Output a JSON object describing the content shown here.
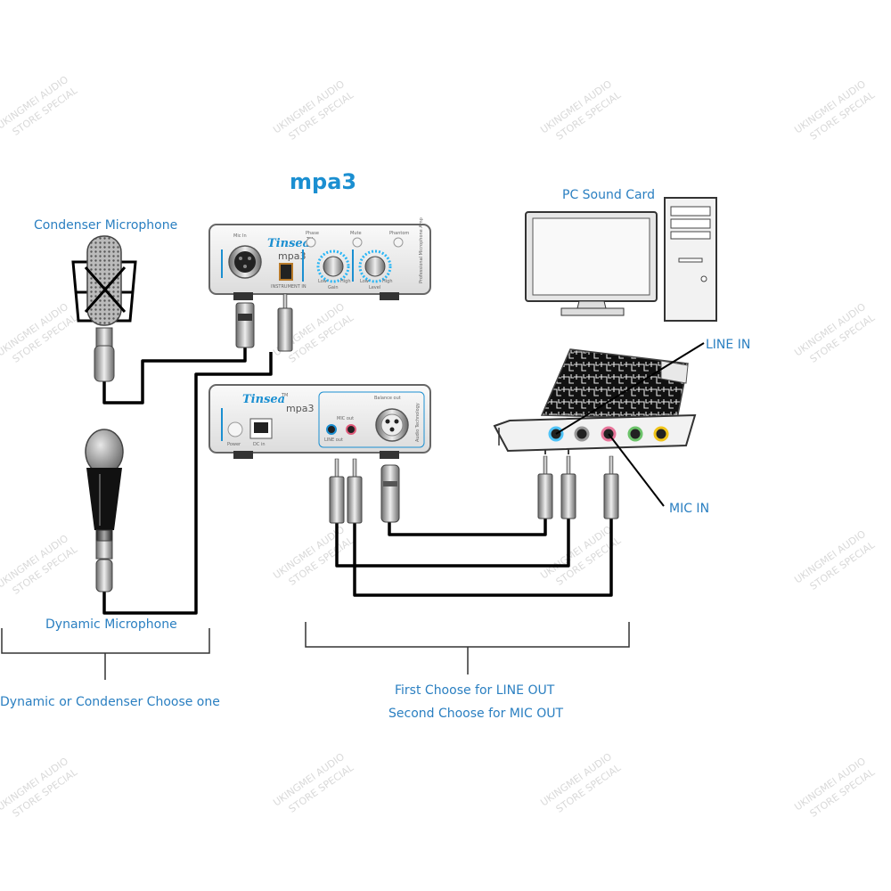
{
  "title": "mpa3",
  "labels": {
    "condenser": "Condenser Microphone",
    "dynamic": "Dynamic Microphone",
    "pc": "PC Sound Card",
    "line_in": "LINE IN",
    "mic_in": "MIC IN",
    "choose_one": "Dynamic or Condenser Choose one",
    "first": "First Choose for LINE OUT",
    "second": "Second Choose for MIC OUT"
  },
  "device_top": {
    "brand": "Tinsea",
    "tm": "TM",
    "model": "mpa3",
    "mic_in": "Mic In",
    "phase": "Phase",
    "mute": "Mute",
    "phantom": "Phantom",
    "instrument": "INSTRUMENT IN",
    "gain": "Gain",
    "level": "Level",
    "low_l": "Low",
    "high_l": "High",
    "side": "Professional Microphone Amp"
  },
  "device_bottom": {
    "brand": "Tinsea",
    "tm": "TM",
    "model": "mpa3",
    "balance": "Balance out",
    "power": "Power",
    "dc": "DC in",
    "mic_out": "MIC out",
    "line_out": "LINE out",
    "side": "Audio Technology"
  },
  "watermark": [
    "UKINGMEI AUDIO",
    "STORE SPECIAL"
  ]
}
